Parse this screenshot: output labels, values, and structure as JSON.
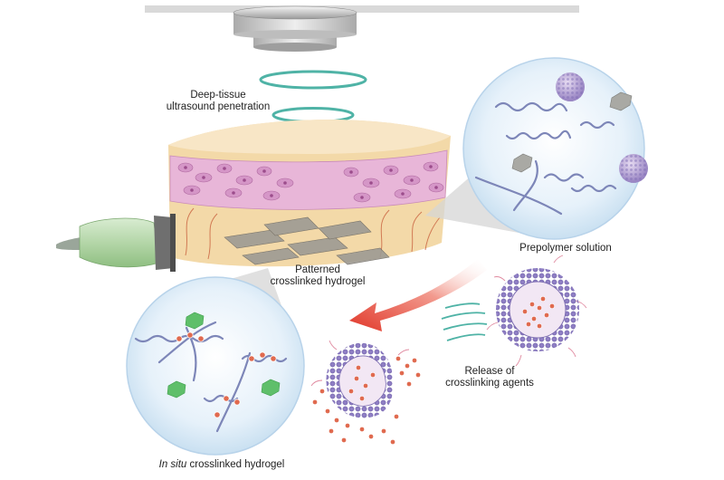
{
  "labels": {
    "ultrasound_line1": "Deep-tissue",
    "ultrasound_line2": "ultrasound penetration",
    "prepolymer": "Prepolymer solution",
    "patterned_line1": "Patterned",
    "patterned_line2": "crosslinked hydrogel",
    "release_line1": "Release of",
    "release_line2": "crosslinking agents",
    "insitu_italic": "In situ",
    "insitu_rest": " crosslinked hydrogel"
  },
  "colors": {
    "ultrasound_ring": "#4fb3a6",
    "skin": "#f3d9a8",
    "skin_top": "#f6e3bf",
    "epidermis_cells": "#d9a3cf",
    "polymer_strand": "#7d86b8",
    "crosslinker_dot": "#e06a4f",
    "liposome": "#9b8fc8",
    "probe_body": "#b8d9ad",
    "arrow": "#e24a3a",
    "bubble_fill": "#e3f0fa",
    "green_agent": "#5fbf6a"
  }
}
